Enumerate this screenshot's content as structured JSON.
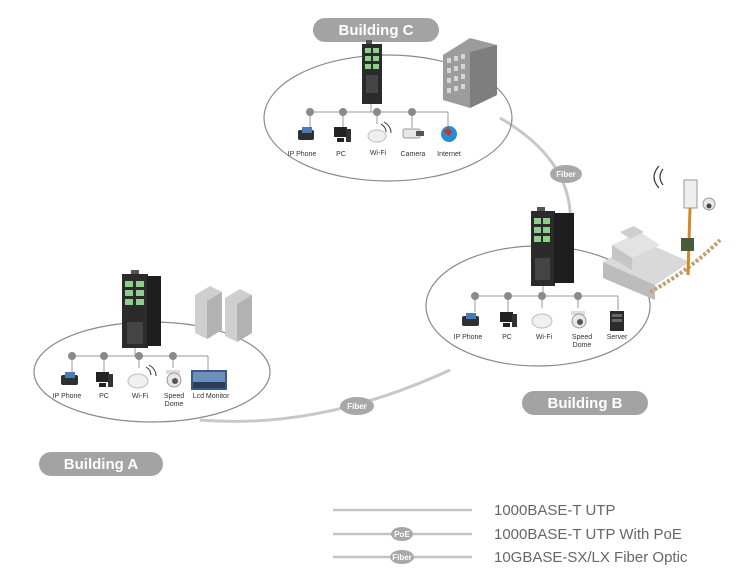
{
  "buildings": {
    "a": {
      "title": "Building A",
      "devices": [
        "IP Phone",
        "PC",
        "Wi-Fi",
        "Speed",
        "Dome",
        "Lcd Monitor"
      ]
    },
    "b": {
      "title": "Building B",
      "devices": [
        "IP Phone",
        "PC",
        "Wi-Fi",
        "Speed",
        "Dome",
        "Server"
      ]
    },
    "c": {
      "title": "Building C",
      "devices": [
        "IP Phone",
        "PC",
        "Wi-Fi",
        "Camera",
        "Internet"
      ]
    }
  },
  "links": {
    "fiber_label": "Fiber"
  },
  "legend": {
    "utp": "1000BASE-T  UTP",
    "poe": "1000BASE-T  UTP With PoE",
    "poe_badge": "PoE",
    "fiber": "10GBASE-SX/LX  Fiber Optic",
    "fiber_badge": "Fiber"
  },
  "colors": {
    "pill": "#9a9a9a",
    "line": "#b9b9b9",
    "ellipse_stroke": "#8a8a8a",
    "switch_body": "#2b2b2b"
  }
}
